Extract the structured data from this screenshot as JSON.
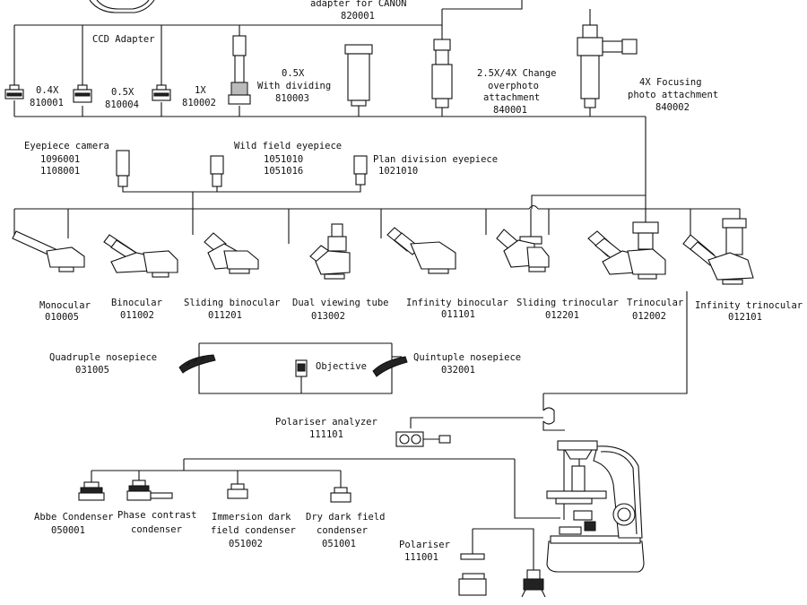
{
  "top": {
    "ccd_adapter": "CCD Adapter",
    "canon_line1": "adapter for CANON",
    "canon_code": "820001",
    "adapters": [
      {
        "name": "0.4X",
        "code": "810001"
      },
      {
        "name": "0.5X",
        "code": "810004"
      },
      {
        "name": "1X",
        "code": "810002"
      }
    ],
    "dividing": {
      "line1": "0.5X",
      "line2": "With dividing",
      "code": "810003"
    },
    "change": {
      "line1": "2.5X/4X Change",
      "line2": "overphoto",
      "line3": "attachment",
      "code": "840001"
    },
    "focusing": {
      "line1": "4X Focusing",
      "line2": "photo attachment",
      "code": "840002"
    }
  },
  "eyepieces": {
    "camera": {
      "name": "Eyepiece camera",
      "codes": [
        "1096001",
        "1108001"
      ]
    },
    "wild": {
      "name": "Wild field eyepiece",
      "codes": [
        "1051010",
        "1051016"
      ]
    },
    "plan": {
      "name": "Plan division eyepiece",
      "code": "1021010"
    }
  },
  "heads": [
    {
      "name": "Monocular",
      "code": "010005"
    },
    {
      "name": "Binocular",
      "code": "011002"
    },
    {
      "name": "Sliding binocular",
      "code": "011201"
    },
    {
      "name": "Dual viewing tube",
      "code": "013002"
    },
    {
      "name": "Infinity binocular",
      "code": "011101"
    },
    {
      "name": "Sliding trinocular",
      "code": "012201"
    },
    {
      "name": "Trinocular",
      "code": "012002"
    },
    {
      "name": "Infinity trinocular",
      "code": "012101"
    }
  ],
  "nosepieces": {
    "quadruple": {
      "name": "Quadruple nosepiece",
      "code": "031005"
    },
    "objective": "Objective",
    "quintuple": {
      "name": "Quintuple nosepiece",
      "code": "032001"
    }
  },
  "polariser_analyzer": {
    "name": "Polariser analyzer",
    "code": "111101"
  },
  "condensers": [
    {
      "line1": "Abbe Condenser",
      "line2": "050001"
    },
    {
      "line1": "Phase contrast",
      "line2": "condenser"
    },
    {
      "line1": "Immersion dark",
      "line2": "field condenser",
      "code": "051002"
    },
    {
      "line1": "Dry dark field",
      "line2": "condenser",
      "code": "051001"
    }
  ],
  "polariser": {
    "name": "Polariser",
    "code": "111001"
  }
}
